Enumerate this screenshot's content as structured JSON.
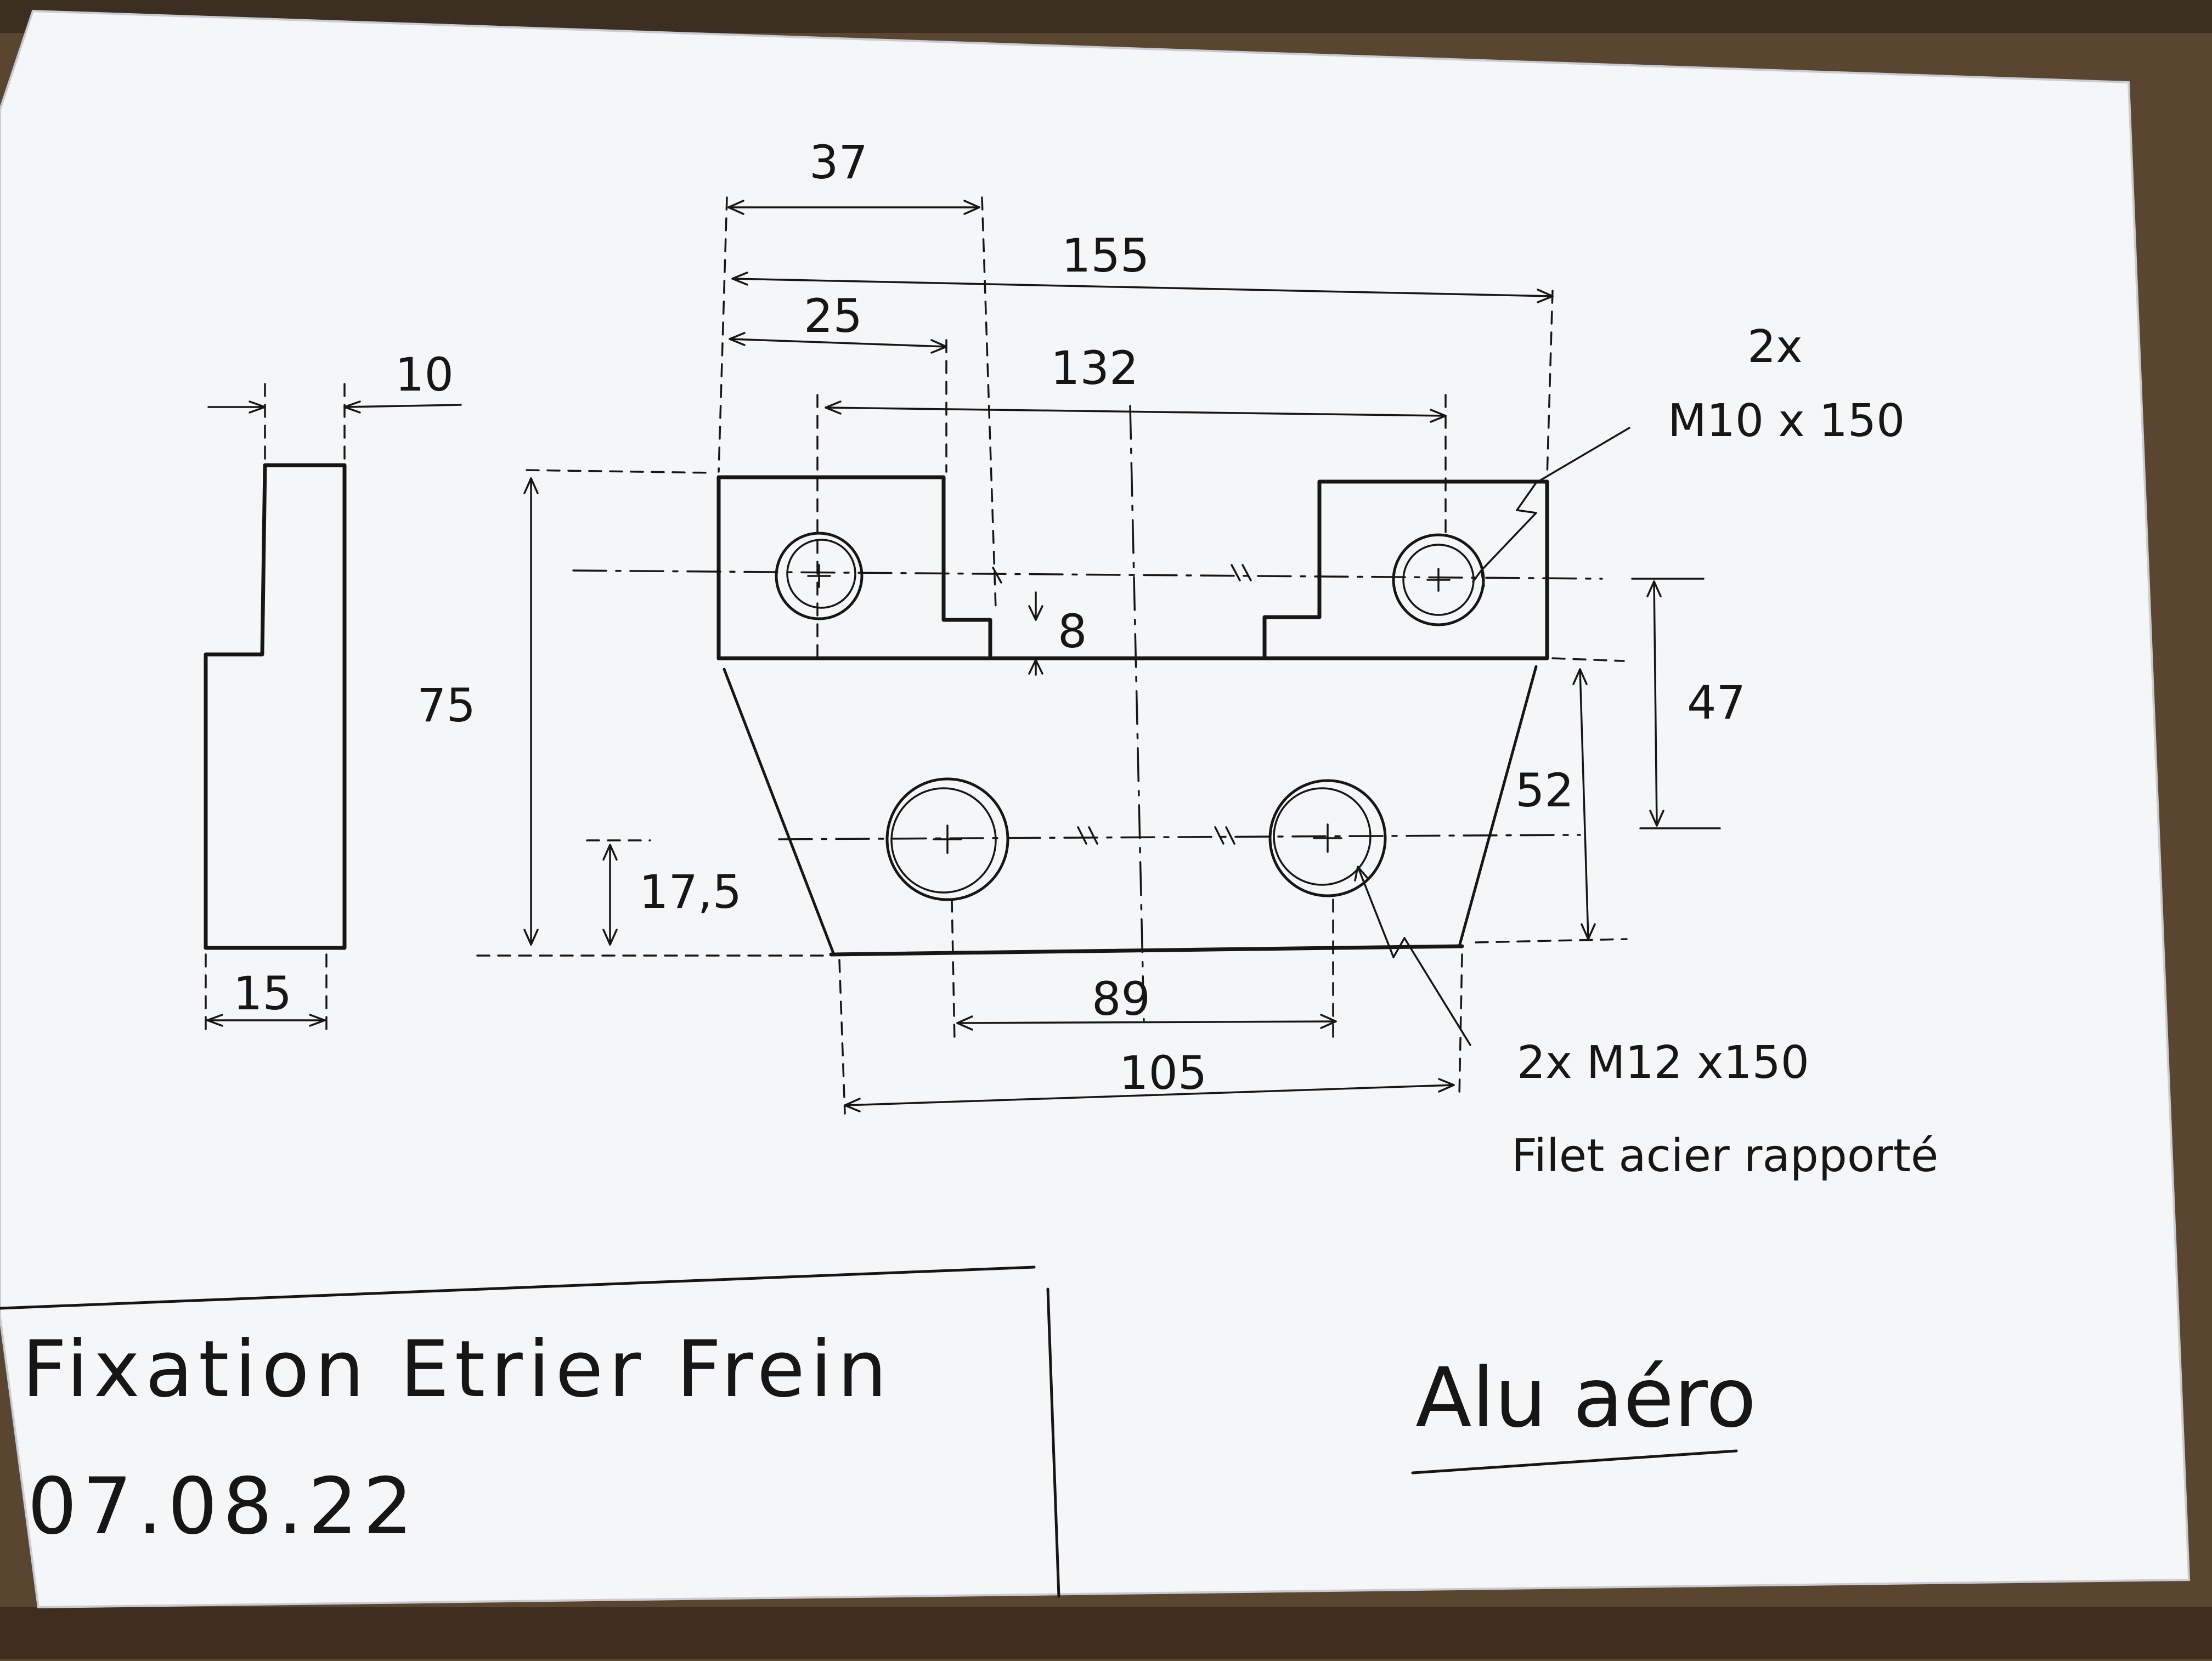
{
  "drawing": {
    "title": "Fixation Etrier Frein",
    "date": "07.08.22",
    "material": "Alu aéro",
    "dimensions": {
      "d37": "37",
      "d155": "155",
      "d25": "25",
      "d132": "132",
      "d10": "10",
      "d75": "75",
      "d8": "8",
      "d47": "47",
      "d52": "52",
      "d17_5": "17,5",
      "d15": "15",
      "d89": "89",
      "d105": "105"
    },
    "notes": {
      "upper_holes_qty": "2x",
      "upper_holes_thread": "M10 x 150",
      "lower_holes_spec": "2x M12 x150",
      "lower_holes_note": "Filet acier rapporté"
    }
  },
  "colors": {
    "paper": "#f5f6f8",
    "ink": "#161616",
    "wood": "#5a4630",
    "shadow_gray": "#d9dbe0"
  }
}
